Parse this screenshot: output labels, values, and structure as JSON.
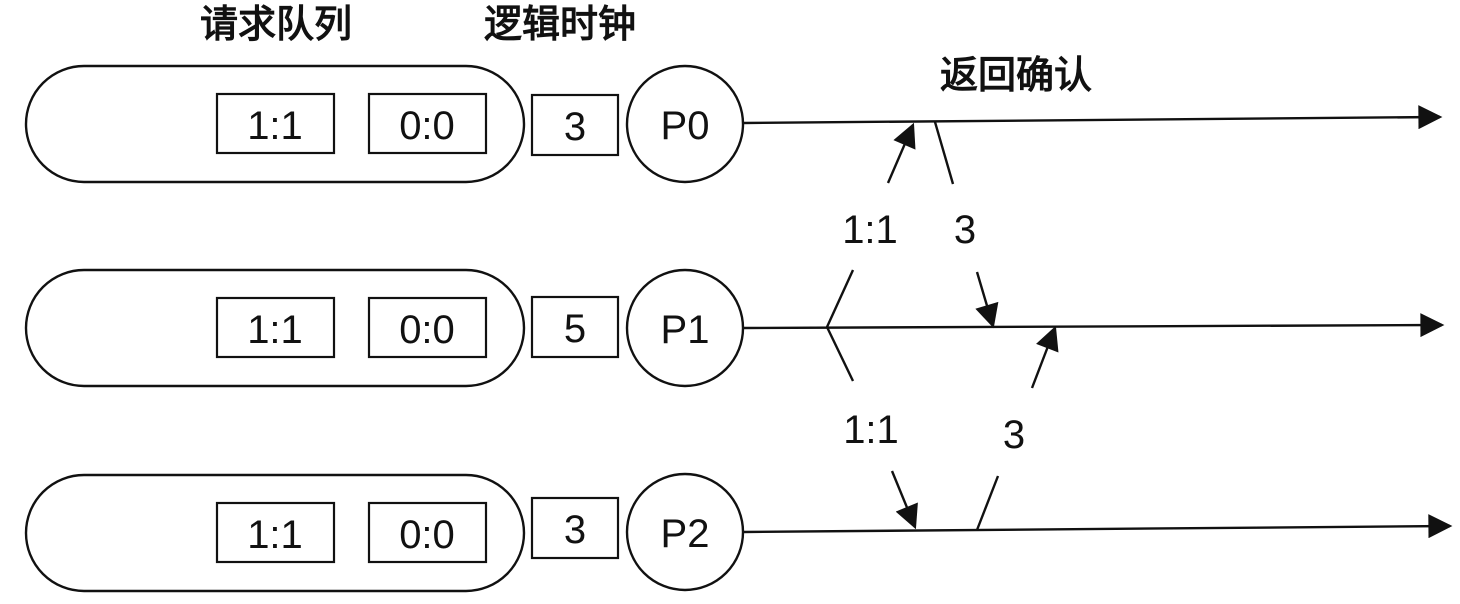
{
  "headers": {
    "request_queue": "请求队列",
    "logical_clock": "逻辑时钟",
    "ack": "返回确认"
  },
  "processes": [
    {
      "name": "P0",
      "clock": "3",
      "queue": [
        "1:1",
        "0:0"
      ]
    },
    {
      "name": "P1",
      "clock": "5",
      "queue": [
        "1:1",
        "0:0"
      ]
    },
    {
      "name": "P2",
      "clock": "3",
      "queue": [
        "1:1",
        "0:0"
      ]
    }
  ],
  "messages": [
    {
      "from": "P1",
      "to": "P0",
      "label": "1:1",
      "kind": "request"
    },
    {
      "from": "P1",
      "to": "P2",
      "label": "1:1",
      "kind": "request"
    },
    {
      "from": "P0",
      "to": "P1",
      "label": "3",
      "kind": "ack"
    },
    {
      "from": "P2",
      "to": "P1",
      "label": "3",
      "kind": "ack"
    }
  ],
  "colors": {
    "ink": "#111111",
    "background": "#ffffff"
  }
}
